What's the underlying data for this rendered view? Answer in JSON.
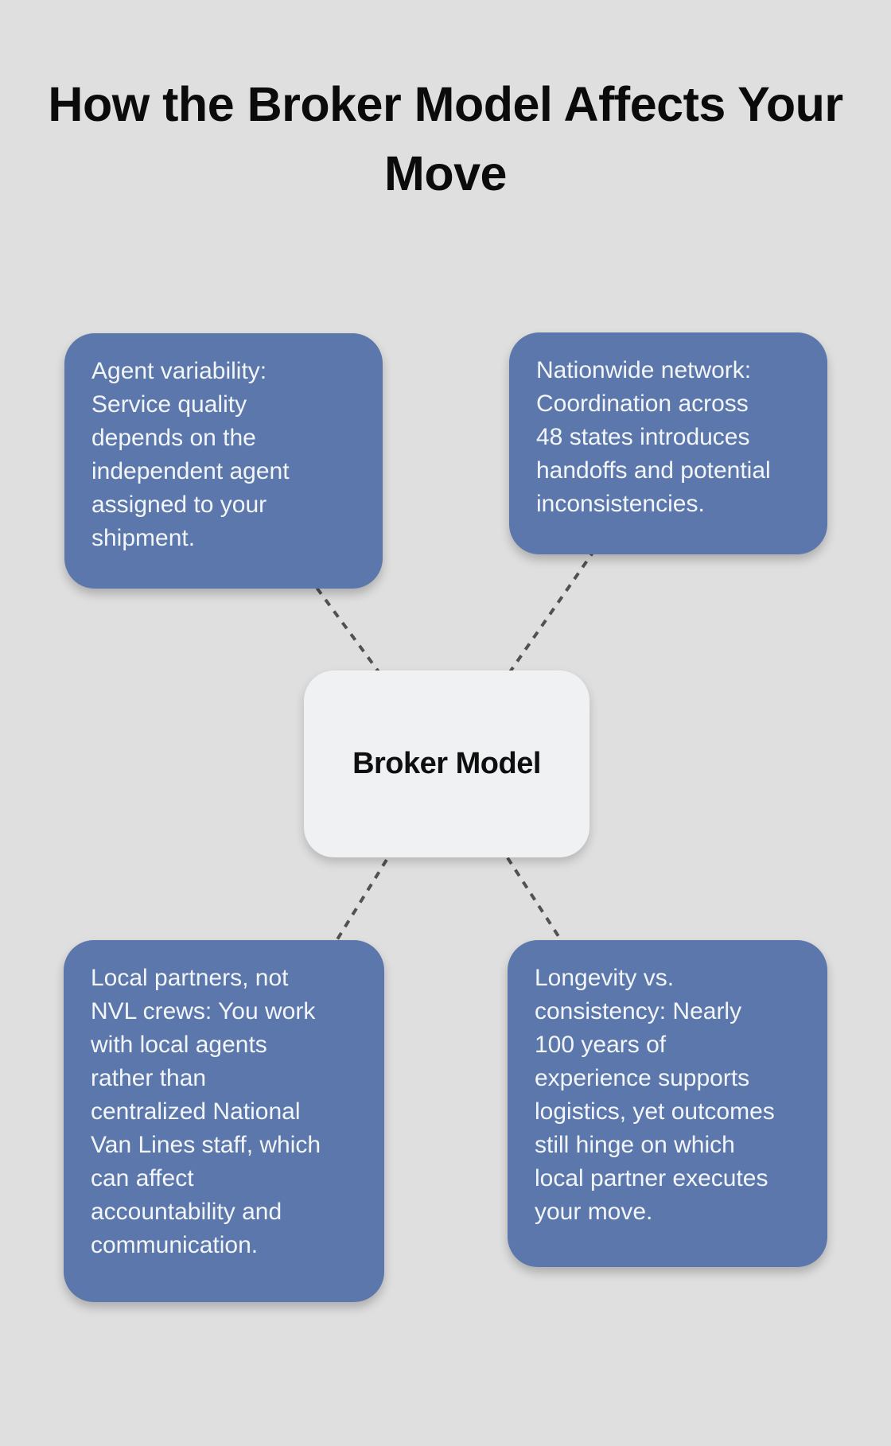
{
  "title": "How the Broker Model Affects Your Move",
  "center": {
    "label": "Broker Model"
  },
  "branches": [
    {
      "id": "agent-variability",
      "text": "Agent variability:\nService quality\ndepends on the\nindependent agent\nassigned to your\nshipment."
    },
    {
      "id": "nationwide-network",
      "text": "Nationwide network:\nCoordination across\n48 states introduces\nhandoffs and potential\ninconsistencies."
    },
    {
      "id": "local-partners",
      "text": "Local partners, not\nNVL crews: You work\nwith local agents\nrather than\ncentralized National\nVan Lines staff, which\ncan affect\naccountability and\ncommunication."
    },
    {
      "id": "longevity-consistency",
      "text": "Longevity vs.\nconsistency: Nearly\n100 years of\nexperience supports\nlogistics, yet outcomes\nstill hinge on which\nlocal partner executes\nyour move."
    }
  ],
  "colors": {
    "background": "#dfdfdf",
    "branch_fill": "#5b77ab",
    "branch_text": "#f3f6f9",
    "center_fill": "#eff1f3",
    "center_text": "#0f0f0f",
    "connector": "#515151",
    "title_text": "#0b0b0b"
  }
}
